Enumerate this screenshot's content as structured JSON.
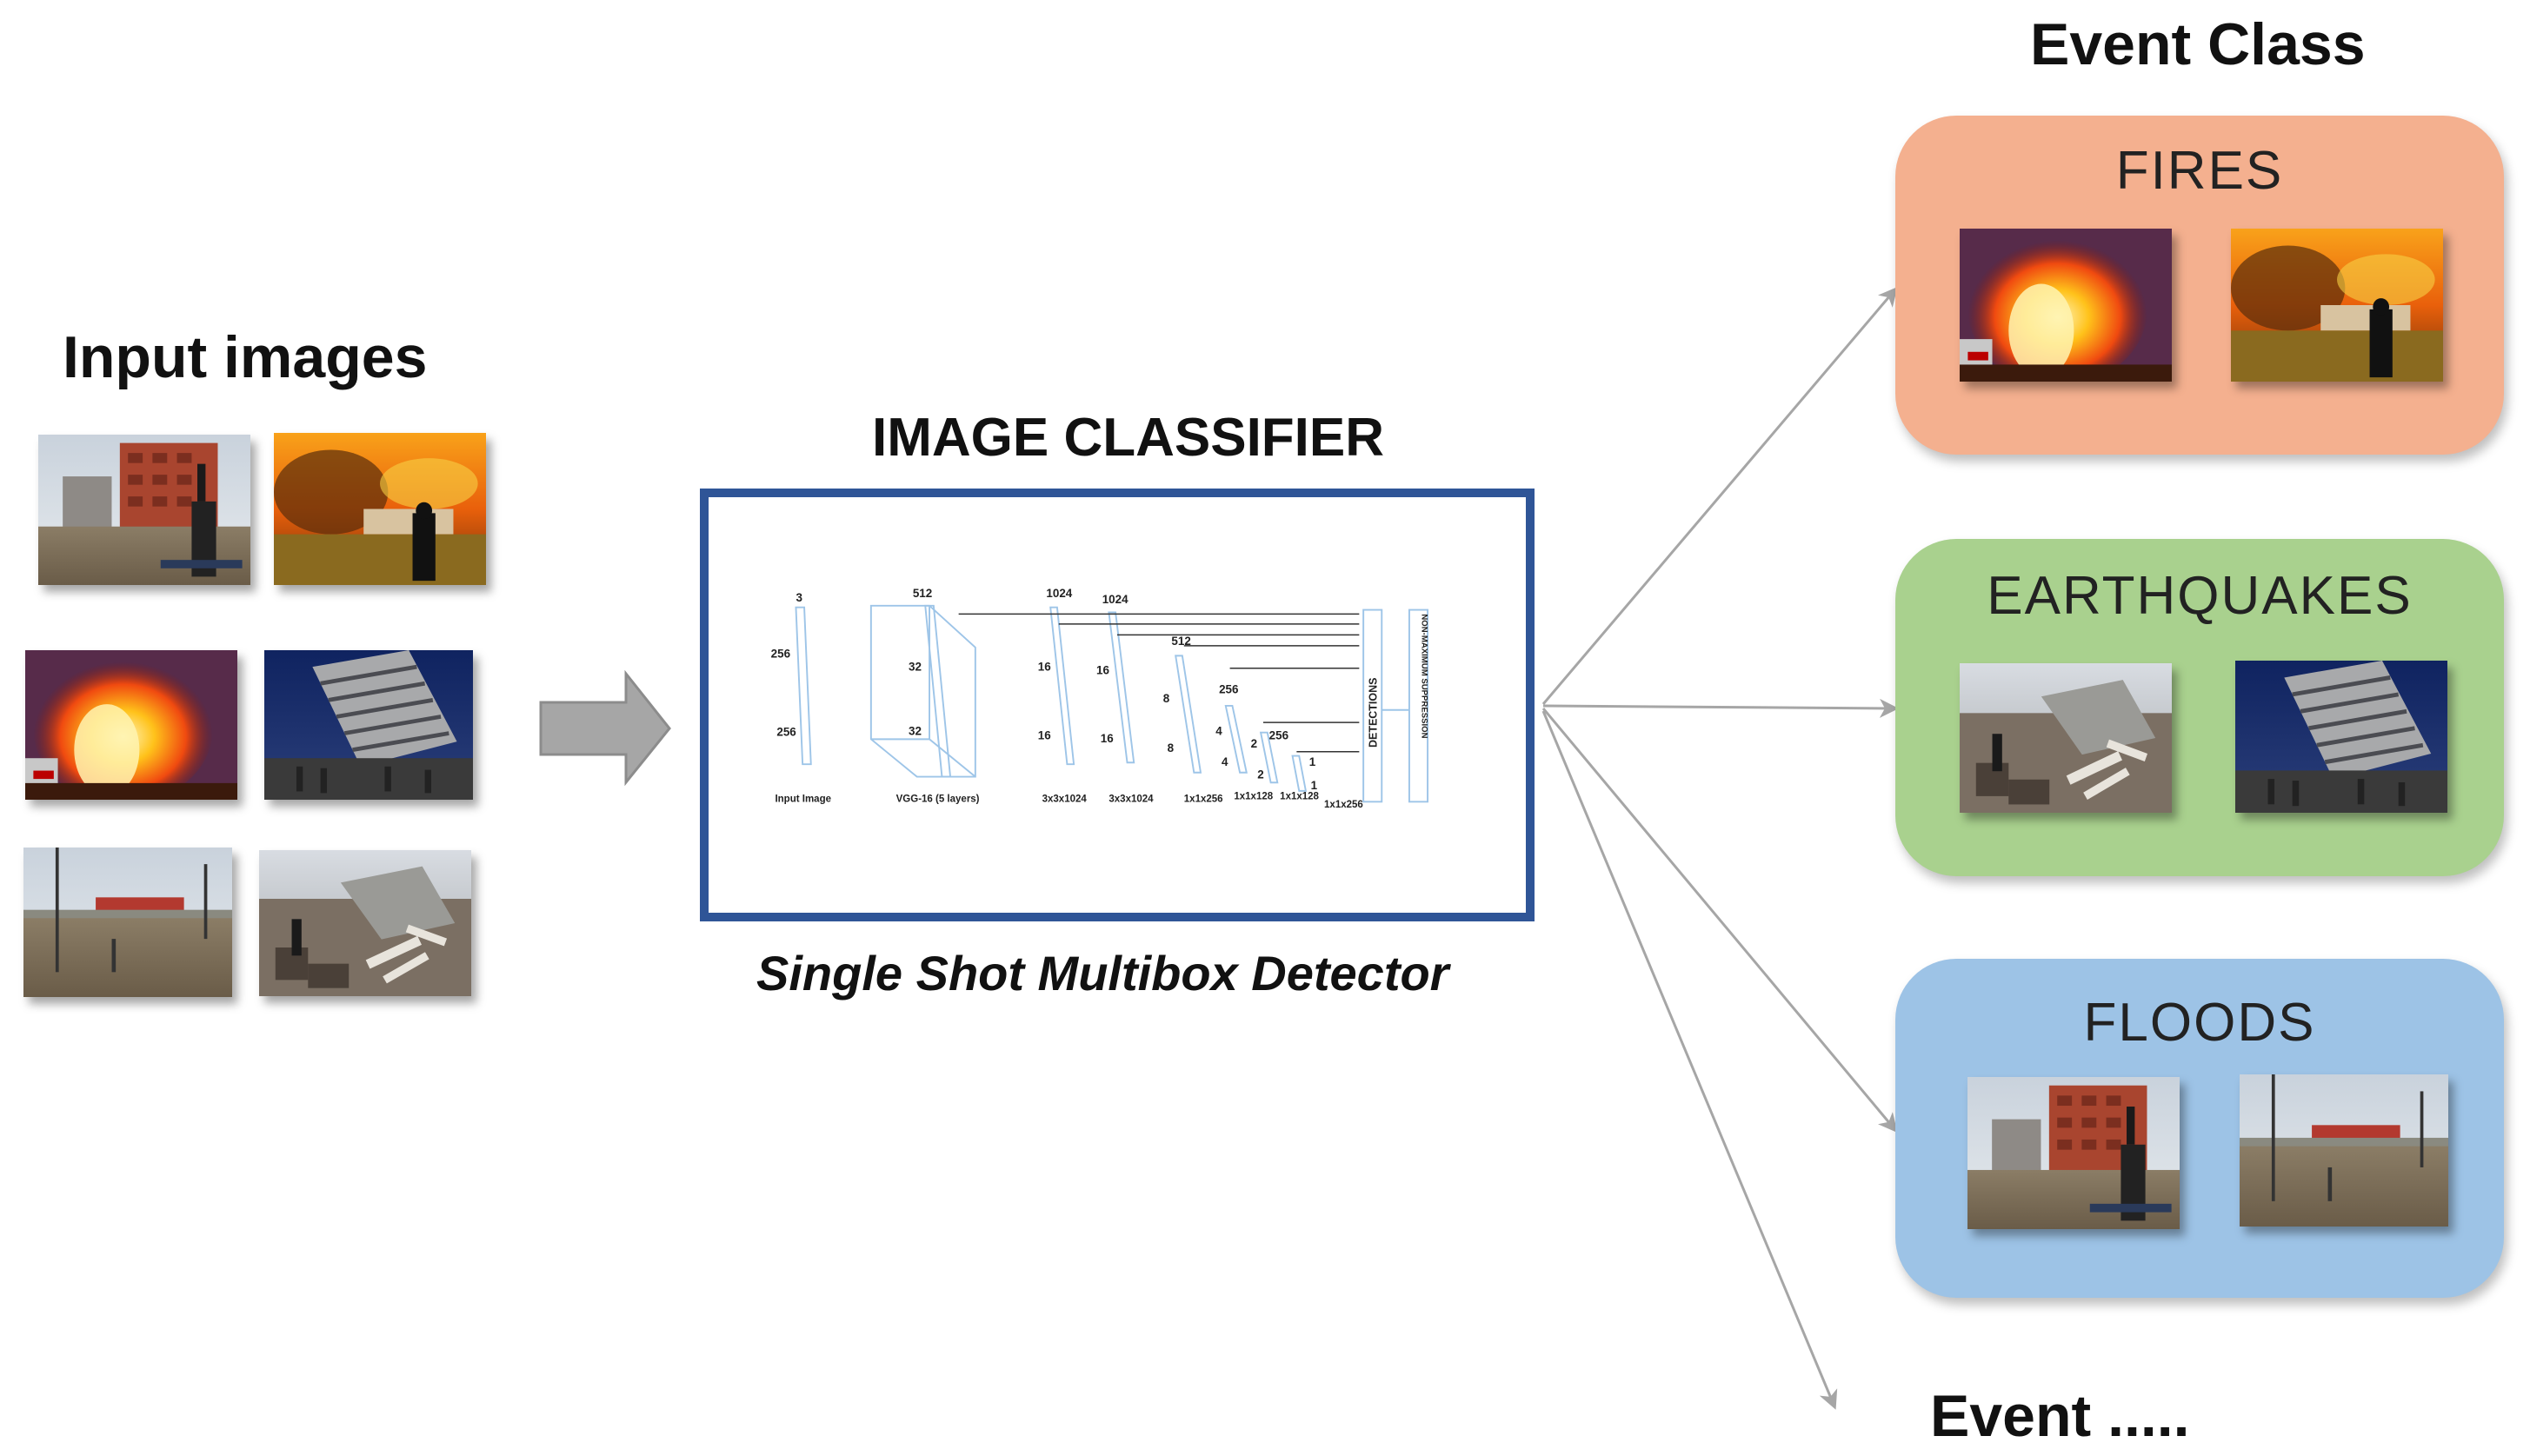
{
  "input": {
    "title": "Input images"
  },
  "classifier": {
    "title": "IMAGE CLASSIFIER",
    "caption": "Single Shot Multibox Detector",
    "arch": {
      "labels": [
        "3",
        "256",
        "256",
        "512",
        "32",
        "32",
        "1024",
        "16",
        "16",
        "1024",
        "16",
        "16",
        "512",
        "8",
        "8",
        "256",
        "4",
        "4",
        "256",
        "2",
        "2",
        "1",
        "1"
      ],
      "bottom_labels": [
        "Input Image",
        "VGG-16 (5 layers)",
        "3x3x1024",
        "3x3x1024",
        "1x1x256",
        "1x1x128",
        "1x1x128",
        "1x1x256"
      ],
      "detections": "DETECTIONS",
      "nms": "NON-MAXIMUM SUPPRESSION"
    }
  },
  "output": {
    "title": "Event Class",
    "classes": [
      {
        "label": "FIRES",
        "color": "#f4b08f"
      },
      {
        "label": "EARTHQUAKES",
        "color": "#a9d18e"
      },
      {
        "label": "FLOODS",
        "color": "#9dc3e6"
      }
    ],
    "more": "Event ....."
  },
  "colors": {
    "arrow": "#a6a6a6",
    "classifier_border": "#2f5597"
  }
}
